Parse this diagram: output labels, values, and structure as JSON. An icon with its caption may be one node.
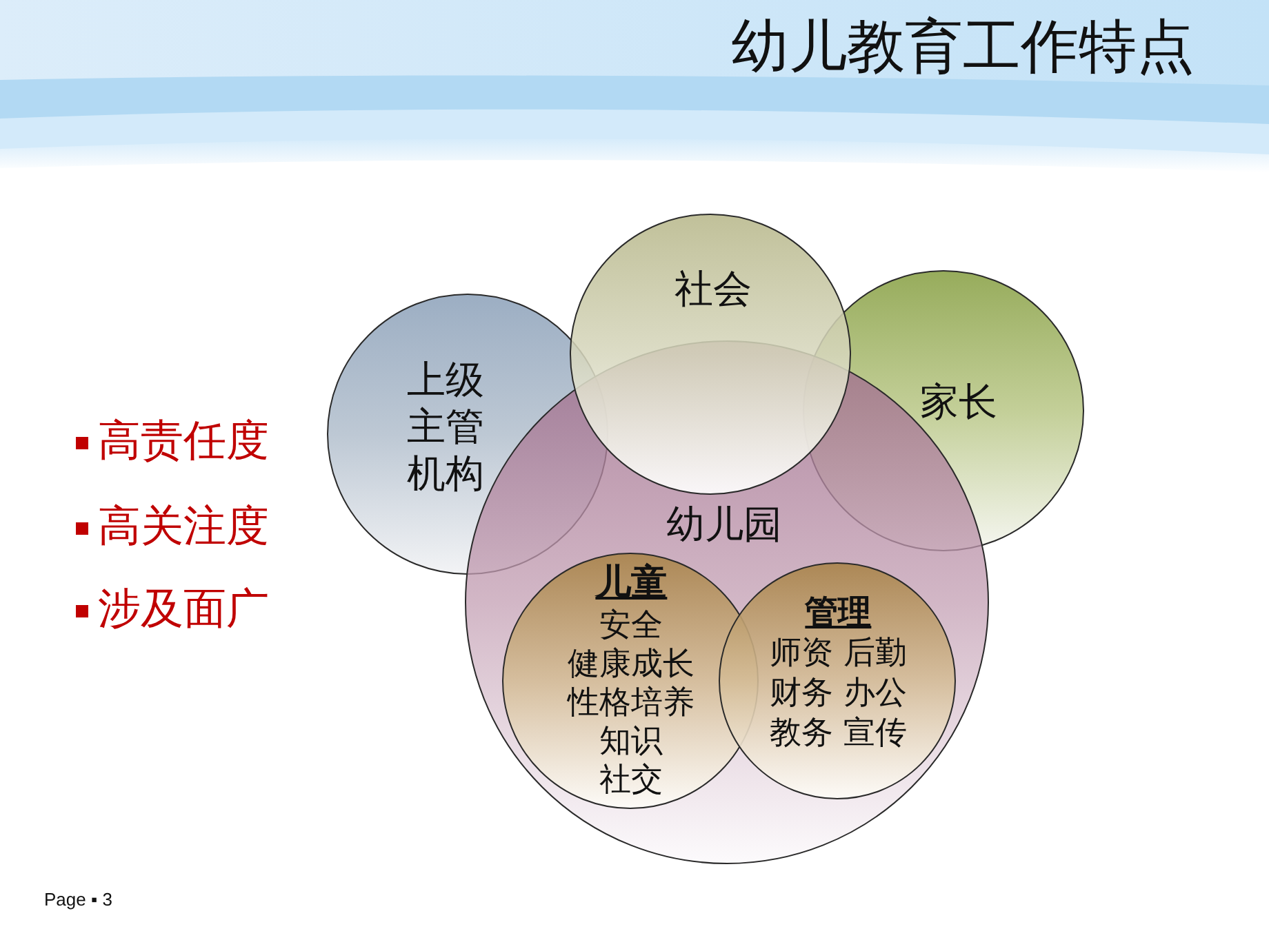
{
  "diagram": {
    "title": "幼儿教育工作特点",
    "nodes": [
      {
        "text": [
          "上级主管机构"
        ]
      },
      {
        "text": [
          "社会"
        ]
      },
      {
        "text": [
          "家长"
        ]
      },
      {
        "text": [
          "幼儿园"
        ]
      },
      {
        "text": [
          "儿童",
          "安全",
          "健康成长",
          "性格培养",
          "知识",
          "社交"
        ],
        "in": 3
      },
      {
        "text": [
          "管理",
          "师资 后勤",
          "财务 办公",
          "教务 宣传"
        ],
        "in": 3
      }
    ],
    "labels": [
      "高责任度",
      "高关注度",
      "涉及面广",
      "Page ▪ 3"
    ]
  }
}
